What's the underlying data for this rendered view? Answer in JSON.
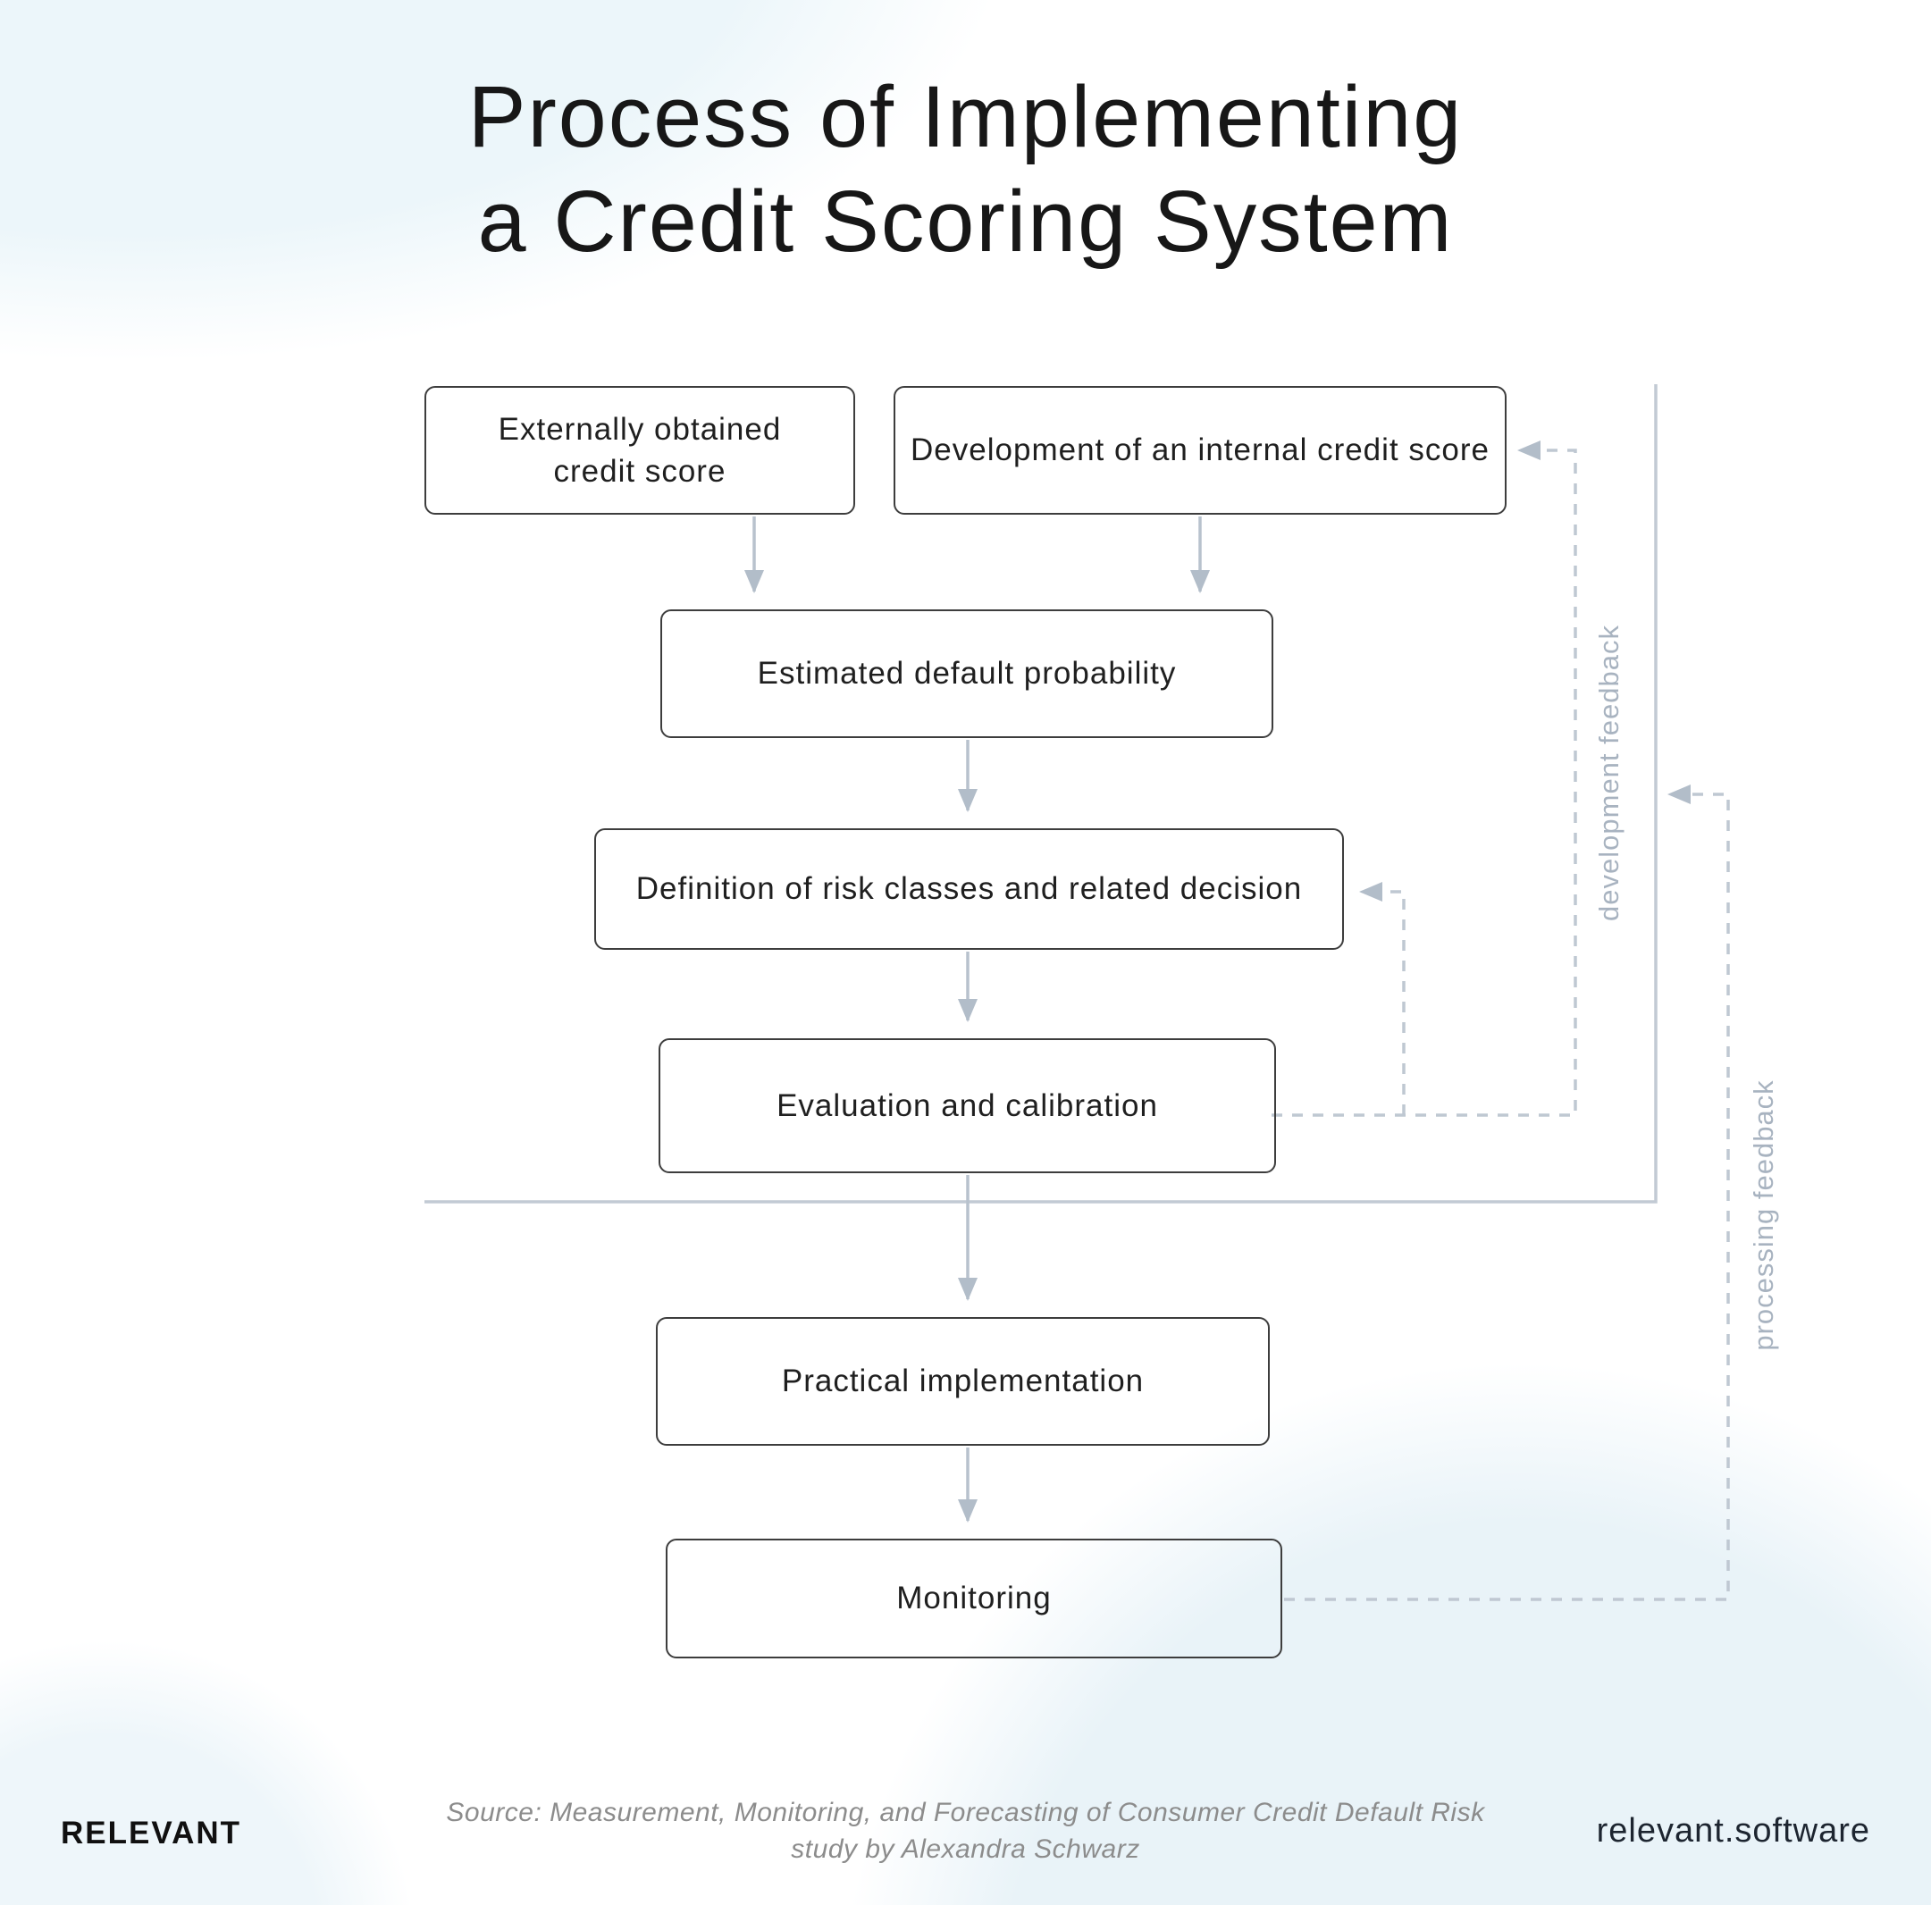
{
  "title": {
    "line1": "Process of Implementing",
    "line2": "a Credit Scoring System"
  },
  "nodes": [
    {
      "id": "externally-obtained-credit-score",
      "label": "Externally obtained\ncredit score"
    },
    {
      "id": "development-of-internal-credit-score",
      "label": "Development of an internal credit score"
    },
    {
      "id": "estimated-default-probability",
      "label": "Estimated default probability"
    },
    {
      "id": "definition-of-risk-classes",
      "label": "Definition of risk classes and related decision"
    },
    {
      "id": "evaluation-and-calibration",
      "label": "Evaluation and calibration"
    },
    {
      "id": "practical-implementation",
      "label": "Practical implementation"
    },
    {
      "id": "monitoring",
      "label": "Monitoring"
    }
  ],
  "edges": [
    {
      "from": "externally-obtained-credit-score",
      "to": "estimated-default-probability",
      "type": "solid-arrow"
    },
    {
      "from": "development-of-internal-credit-score",
      "to": "estimated-default-probability",
      "type": "solid-arrow"
    },
    {
      "from": "estimated-default-probability",
      "to": "definition-of-risk-classes",
      "type": "solid-arrow"
    },
    {
      "from": "definition-of-risk-classes",
      "to": "evaluation-and-calibration",
      "type": "solid-arrow"
    },
    {
      "from": "evaluation-and-calibration",
      "to": "practical-implementation",
      "type": "solid-arrow"
    },
    {
      "from": "practical-implementation",
      "to": "monitoring",
      "type": "solid-arrow"
    },
    {
      "from": "evaluation-and-calibration",
      "to": "definition-of-risk-classes",
      "type": "dashed-feedback",
      "label": "development feedback"
    },
    {
      "from": "evaluation-and-calibration",
      "to": "development-of-internal-credit-score",
      "type": "dashed-feedback",
      "label": "development feedback"
    },
    {
      "from": "monitoring",
      "to": "development-phase-boundary",
      "type": "dashed-feedback",
      "label": "processing feedback"
    }
  ],
  "feedback_labels": {
    "development": "development feedback",
    "processing": "processing feedback"
  },
  "footer": {
    "brand": "RELEVANT",
    "source_line1": "Source: Measurement, Monitoring, and Forecasting of Consumer Credit Default Risk",
    "source_line2": "study by Alexandra Schwarz",
    "website": "relevant.software"
  },
  "colors": {
    "arrow": "#b8c2cd",
    "dashed": "#bfc8d2",
    "arrowhead": "#b2bdc9",
    "bracket": "#c2cad4",
    "feedback_label": "#a8b3c0",
    "box_border": "#3d3d3d",
    "box_text": "#1f1f1f",
    "title_text": "#171717",
    "source_text": "#8c8c8c",
    "background_tint": "#ecf6fa"
  }
}
